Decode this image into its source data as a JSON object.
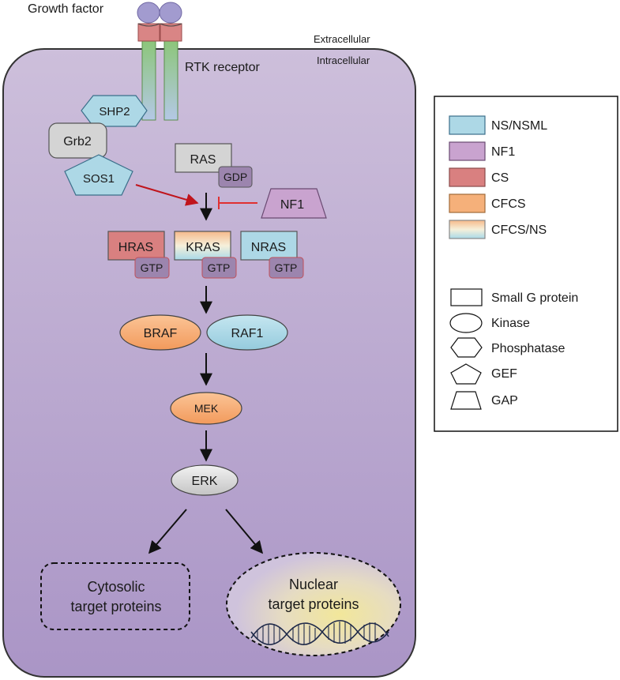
{
  "labels": {
    "growth_factor": "Growth factor",
    "extracellular": "Extracellular",
    "intracellular": "Intracellular",
    "rtk_receptor": "RTK receptor"
  },
  "nodes": {
    "shp2": "SHP2",
    "grb2": "Grb2",
    "sos1": "SOS1",
    "ras": "RAS",
    "gdp": "GDP",
    "nf1": "NF1",
    "hras": "HRAS",
    "kras": "KRAS",
    "nras": "NRAS",
    "gtp": "GTP",
    "braf": "BRAF",
    "raf1": "RAF1",
    "mek": "MEK",
    "erk": "ERK",
    "cytosolic_line1": "Cytosolic",
    "cytosolic_line2": "target proteins",
    "nuclear_line1": "Nuclear",
    "nuclear_line2": "target proteins"
  },
  "legend": {
    "colors": [
      {
        "label": "NS/NSML",
        "color": "#add8e6"
      },
      {
        "label": "NF1",
        "color": "#c9a3cf"
      },
      {
        "label": "CS",
        "color": "#d98080"
      },
      {
        "label": "CFCS",
        "color": "#f5b07a"
      },
      {
        "label": "CFCS/NS",
        "color": "gradient"
      }
    ],
    "shapes": [
      {
        "label": "Small G protein",
        "shape": "rectangle"
      },
      {
        "label": "Kinase",
        "shape": "ellipse"
      },
      {
        "label": "Phosphatase",
        "shape": "hexagon"
      },
      {
        "label": "GEF",
        "shape": "pentagon"
      },
      {
        "label": "GAP",
        "shape": "trapezoid"
      }
    ]
  },
  "colors": {
    "cell_fill_top": "#cbbcd9",
    "cell_fill_bottom": "#ab96c7",
    "cell_stroke": "#3a3a3a",
    "ns_nsml": "#add8e6",
    "nf1": "#c9a3cf",
    "cs": "#d98080",
    "cfcs": "#f5b07a",
    "grey": "#d4d4d4",
    "inhibit_red": "#e03030",
    "activate_red": "#c0141c"
  }
}
